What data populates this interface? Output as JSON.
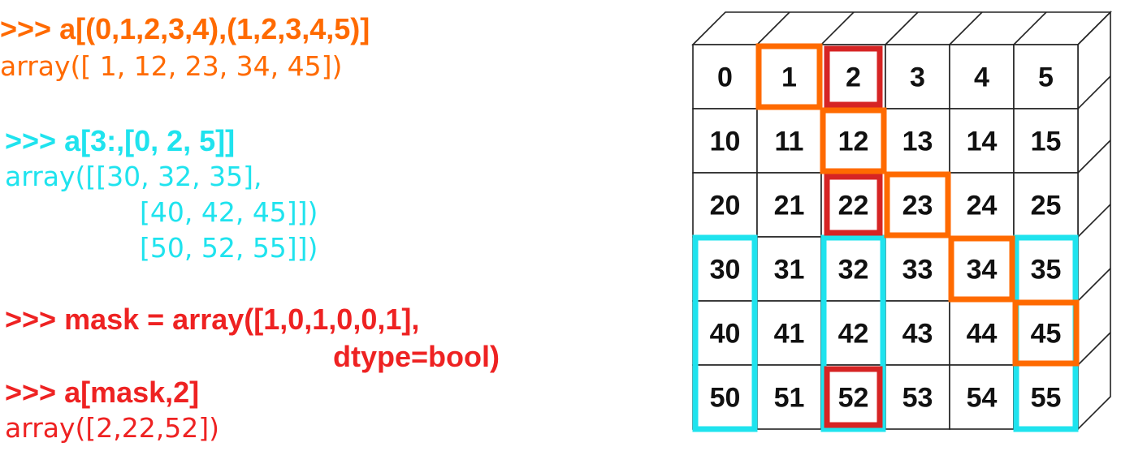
{
  "colors": {
    "orange": "#ff6a00",
    "cyan": "#1fe3ee",
    "red": "#ee2222",
    "dark_red": "#d62424",
    "cell_border": "#222222",
    "text": "#111111",
    "background": "#ffffff"
  },
  "snippets": [
    {
      "color": "orange",
      "lines": [
        ">>> a[(0,1,2,3,4),(1,2,3,4,5)]",
        "array([ 1, 12, 23, 34, 45])"
      ]
    },
    {
      "color": "cyan",
      "lines": [
        ">>> a[3:,[0, 2, 5]]",
        "array([[30, 32, 35],",
        "[40, 42, 45]])",
        "[50, 52, 55]])"
      ]
    },
    {
      "color": "red",
      "lines": [
        ">>> mask = array([1,0,1,0,0,1],",
        "dtype=bool)",
        ">>> a[mask,2]",
        "array([2,22,52])"
      ]
    }
  ],
  "grid": {
    "rows": 6,
    "cols": 6,
    "cells": [
      [
        "0",
        "1",
        "2",
        "3",
        "4",
        "5"
      ],
      [
        "10",
        "11",
        "12",
        "13",
        "14",
        "15"
      ],
      [
        "20",
        "21",
        "22",
        "23",
        "24",
        "25"
      ],
      [
        "30",
        "31",
        "32",
        "33",
        "34",
        "35"
      ],
      [
        "40",
        "41",
        "42",
        "43",
        "44",
        "45"
      ],
      [
        "50",
        "51",
        "52",
        "53",
        "54",
        "55"
      ]
    ]
  },
  "highlights": {
    "orange_cells": [
      [
        0,
        1
      ],
      [
        1,
        2
      ],
      [
        2,
        3
      ],
      [
        3,
        4
      ],
      [
        4,
        5
      ]
    ],
    "red_cells": [
      [
        0,
        2
      ],
      [
        2,
        2
      ],
      [
        5,
        2
      ]
    ],
    "cyan_rows": [
      3,
      5
    ],
    "cyan_cols": [
      0,
      2,
      5
    ]
  }
}
